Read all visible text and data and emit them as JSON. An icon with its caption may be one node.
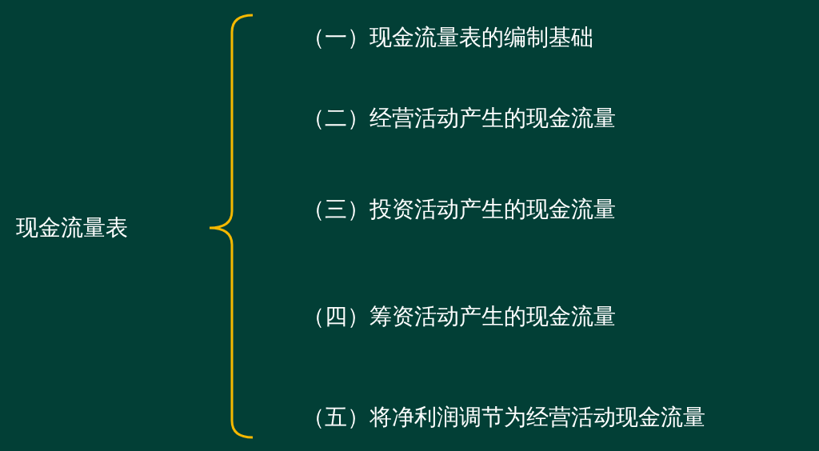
{
  "diagram": {
    "labels": [
      "现金流量表",
      "（一）现金流量表的编制基础",
      "（二）经营活动产生的现金流量",
      "（三）投资活动产生的现金流量",
      "（四）筹资活动产生的现金流量",
      "（五）将净利润调节为经营活动现金流量"
    ]
  }
}
